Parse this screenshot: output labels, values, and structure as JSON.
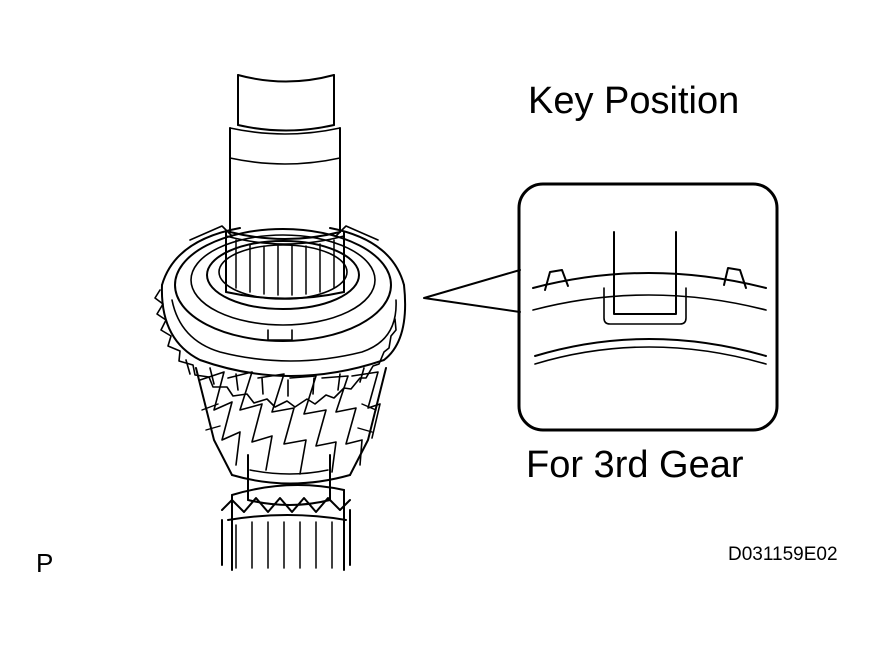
{
  "diagram": {
    "title": "Key Position",
    "caption": "For 3rd Gear",
    "corner_mark": "P",
    "figure_id": "D031159E02"
  },
  "colors": {
    "line": "#000000",
    "background": "#ffffff"
  }
}
